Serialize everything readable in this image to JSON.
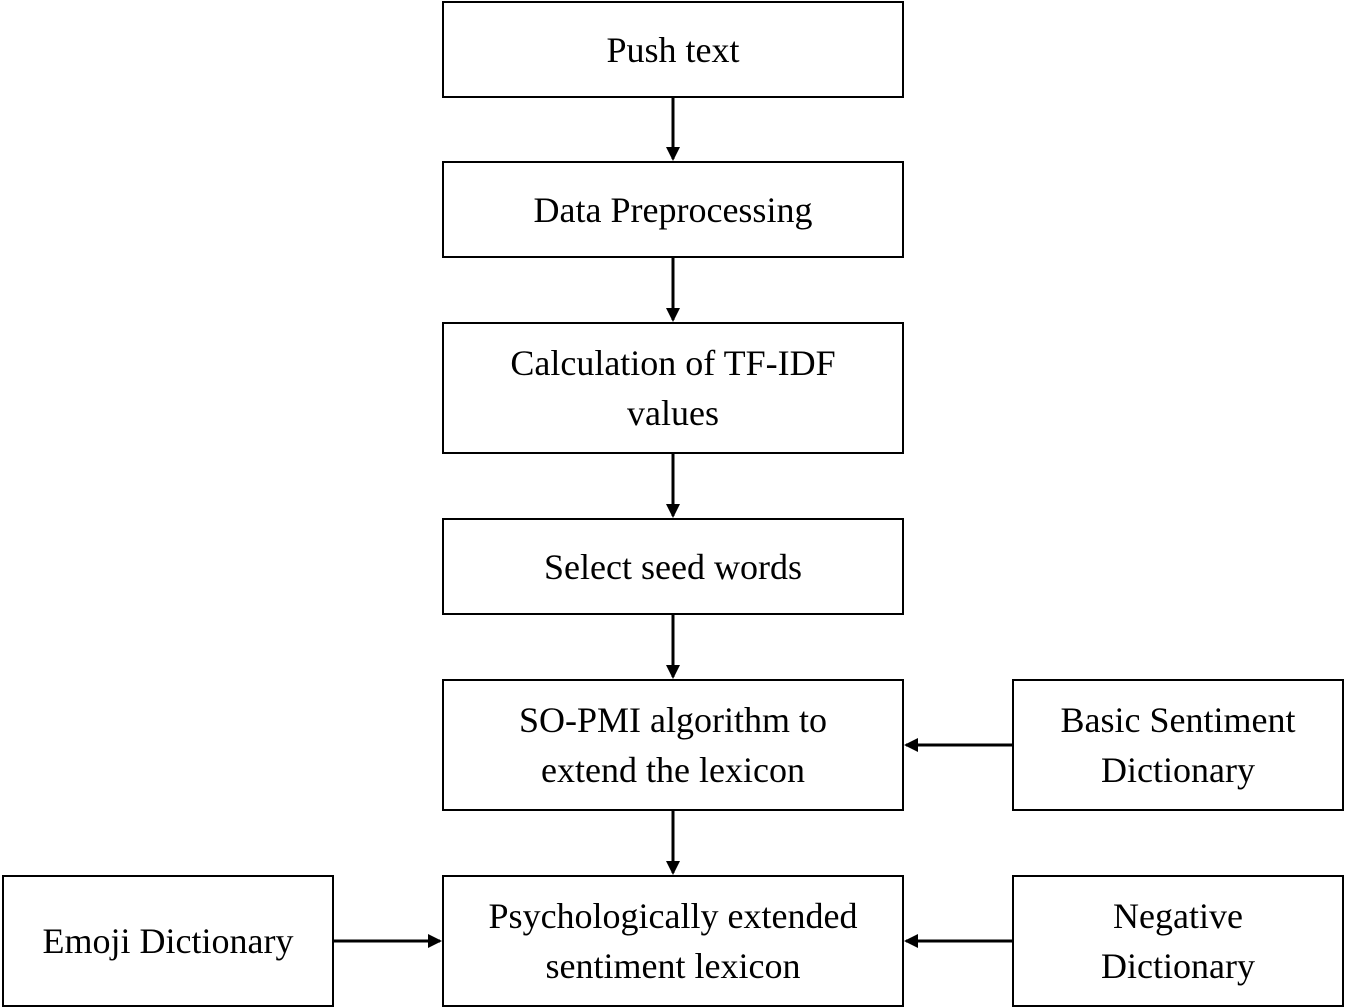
{
  "diagram": {
    "nodes": {
      "push_text": "Push text",
      "data_preprocessing": "Data Preprocessing",
      "tfidf": "Calculation of TF-IDF values",
      "seed_words": "Select seed words",
      "so_pmi": "SO-PMI algorithm to extend the lexicon",
      "psych_lexicon": "Psychologically extended sentiment lexicon",
      "basic_dictionary": "Basic Sentiment Dictionary",
      "negative_dictionary": "Negative Dictionary",
      "emoji_dictionary": "Emoji Dictionary"
    },
    "edges": [
      {
        "from": "push_text",
        "to": "data_preprocessing"
      },
      {
        "from": "data_preprocessing",
        "to": "tfidf"
      },
      {
        "from": "tfidf",
        "to": "seed_words"
      },
      {
        "from": "seed_words",
        "to": "so_pmi"
      },
      {
        "from": "basic_dictionary",
        "to": "so_pmi"
      },
      {
        "from": "so_pmi",
        "to": "psych_lexicon"
      },
      {
        "from": "negative_dictionary",
        "to": "psych_lexicon"
      },
      {
        "from": "emoji_dictionary",
        "to": "psych_lexicon"
      }
    ],
    "colors": {
      "stroke": "#000000",
      "fill": "#ffffff"
    }
  }
}
